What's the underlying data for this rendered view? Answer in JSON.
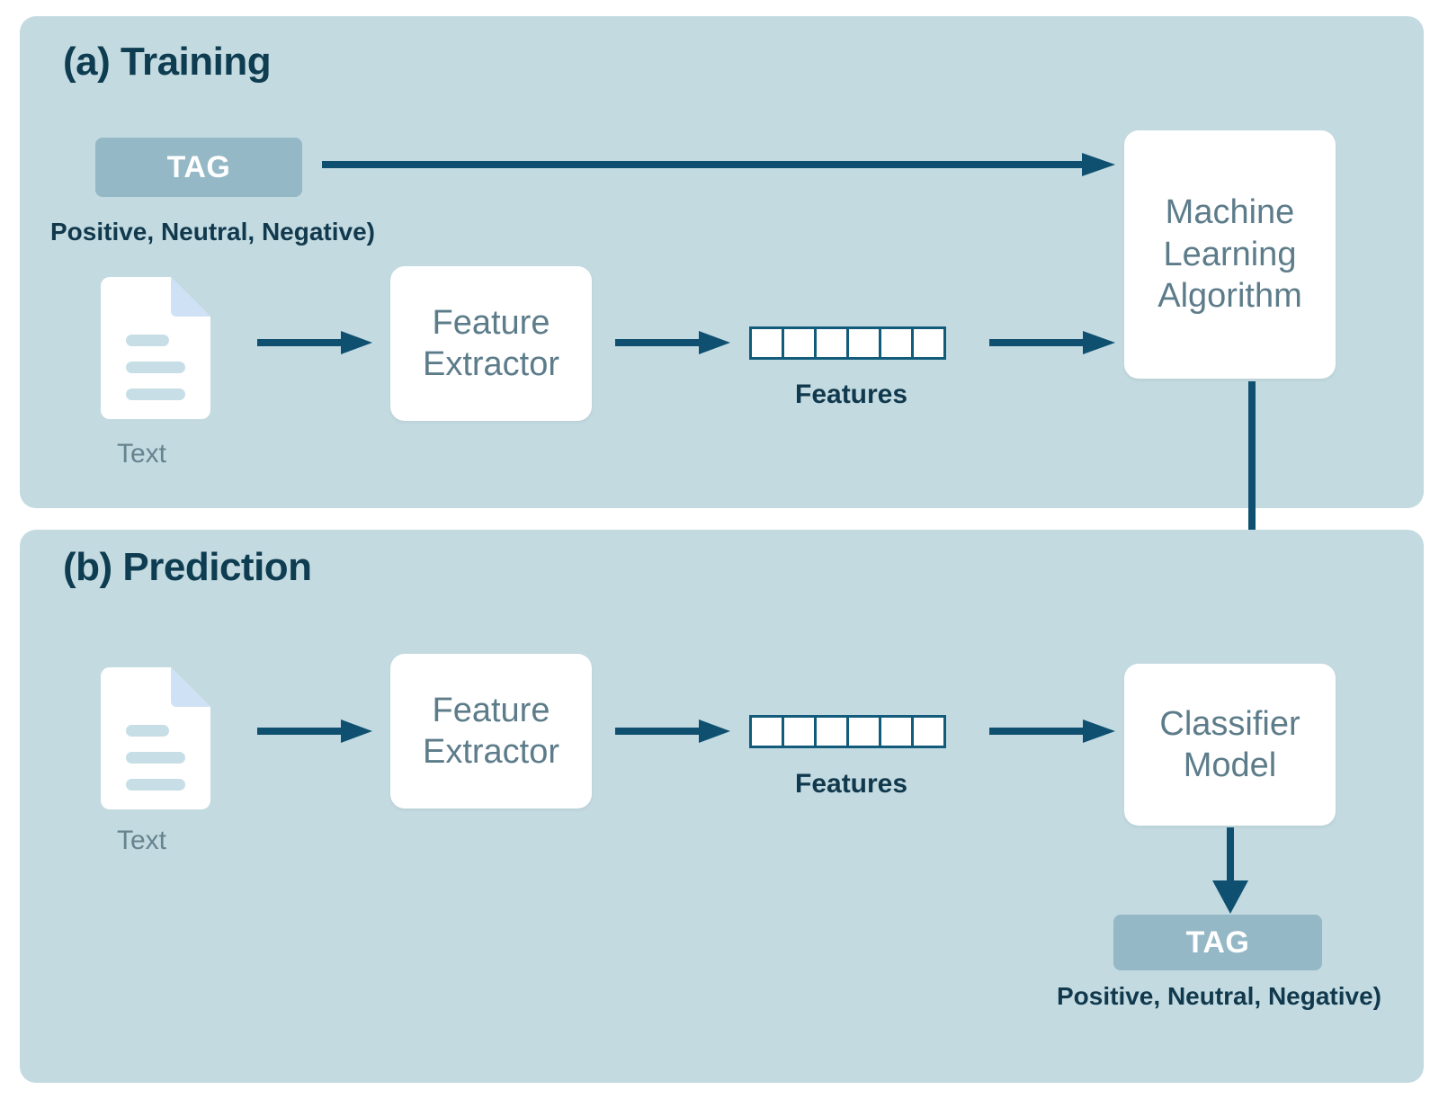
{
  "colors": {
    "page_background": "#ffffff",
    "panel_background": "#c3dae1",
    "panel_title_text": "#0e3c50",
    "tag_badge_background": "#95b8c6",
    "tag_badge_text": "#ffffff",
    "arrow": "#0f5070",
    "box_background": "#ffffff",
    "box_text": "#5d7c8a",
    "feature_cell_border": "#135b7b",
    "caption_text": "#11394d",
    "doc_icon_body": "#ffffff",
    "doc_icon_lines": "#c8dee6",
    "doc_icon_fold": "#cfe2f5",
    "doc_label_text": "#66838f"
  },
  "training": {
    "title": "(a) Training",
    "tag_label": "TAG",
    "tag_caption": "Positive, Neutral, Negative)",
    "doc_label": "Text",
    "feature_extractor_label": "Feature\nExtractor",
    "feature_extractor_line1": "Feature",
    "feature_extractor_line2": "Extractor",
    "features_label": "Features",
    "features_cell_count": 6,
    "model_line1": "Machine",
    "model_line2": "Learning",
    "model_line3": "Algorithm",
    "arrow_tag_to_model": "arrow-right",
    "arrow_doc_to_extractor": "arrow-right",
    "arrow_extractor_to_features": "arrow-right",
    "arrow_features_to_model": "arrow-right"
  },
  "prediction": {
    "title": "(b) Prediction",
    "doc_label": "Text",
    "feature_extractor_line1": "Feature",
    "feature_extractor_line2": "Extractor",
    "features_label": "Features",
    "features_cell_count": 6,
    "classifier_line1": "Classifier",
    "classifier_line2": "Model",
    "tag_label": "TAG",
    "tag_caption": "Positive, Neutral, Negative)",
    "arrow_doc_to_extractor": "arrow-right",
    "arrow_extractor_to_features": "arrow-right",
    "arrow_features_to_classifier": "arrow-right",
    "arrow_classifier_to_tag": "arrow-down"
  },
  "cross_panel": {
    "arrow_model_to_classifier": "arrow-down"
  }
}
